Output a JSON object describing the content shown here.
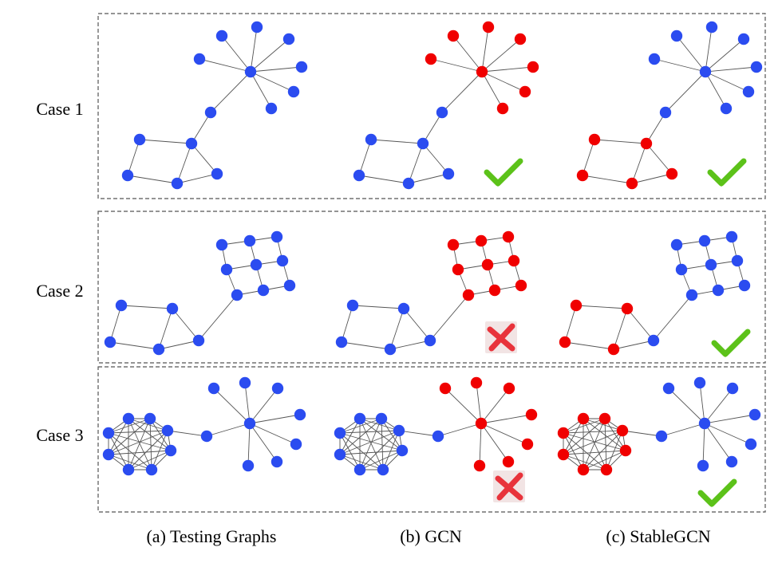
{
  "rows": [
    {
      "label": "Case 1",
      "graph": "case1",
      "panels": [
        {
          "coloring": "all-blue",
          "verdict": "none"
        },
        {
          "coloring": "star",
          "verdict": "check"
        },
        {
          "coloring": "square",
          "verdict": "check"
        }
      ]
    },
    {
      "label": "Case 2",
      "graph": "case2",
      "panels": [
        {
          "coloring": "all-blue",
          "verdict": "none"
        },
        {
          "coloring": "grid",
          "verdict": "cross"
        },
        {
          "coloring": "square",
          "verdict": "check"
        }
      ]
    },
    {
      "label": "Case 3",
      "graph": "case3",
      "panels": [
        {
          "coloring": "all-blue",
          "verdict": "none"
        },
        {
          "coloring": "star",
          "verdict": "cross"
        },
        {
          "coloring": "clique",
          "verdict": "check"
        }
      ]
    }
  ],
  "columns": [
    {
      "label": "(a) Testing Graphs"
    },
    {
      "label": "(b) GCN"
    },
    {
      "label": "(c) StableGCN"
    }
  ],
  "colors": {
    "node_blue": "#2b4cf0",
    "node_red": "#f00000",
    "edge": "#555555",
    "box_border": "#555555",
    "check": "#5cc21a",
    "cross": "#e8333b",
    "cross_bg": "#f2e4e4"
  }
}
